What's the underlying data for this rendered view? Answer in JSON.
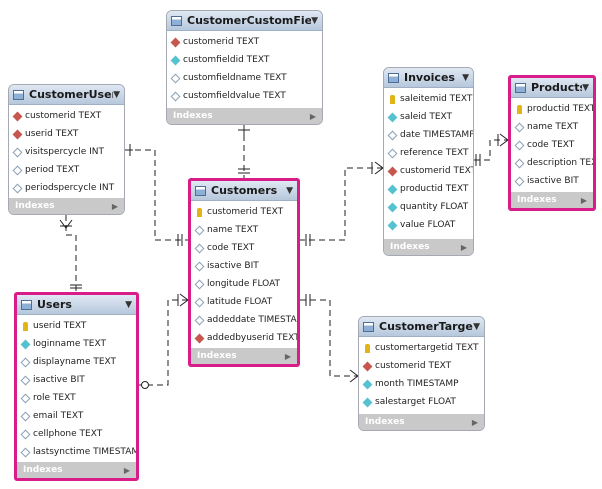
{
  "tables": {
    "customercustomfields": {
      "title": "CustomerCustomFields",
      "footer": "Indexes",
      "columns": [
        {
          "icon": "fk",
          "label": "customerid TEXT"
        },
        {
          "icon": "col",
          "label": "customfieldid TEXT"
        },
        {
          "icon": "nul",
          "label": "customfieldname TEXT"
        },
        {
          "icon": "nul",
          "label": "customfieldvalue TEXT"
        }
      ]
    },
    "customerusers": {
      "title": "CustomerUsers",
      "footer": "Indexes",
      "columns": [
        {
          "icon": "fk",
          "label": "customerid TEXT"
        },
        {
          "icon": "fk",
          "label": "userid TEXT"
        },
        {
          "icon": "nul",
          "label": "visitspercycle INT"
        },
        {
          "icon": "nul",
          "label": "period TEXT"
        },
        {
          "icon": "nul",
          "label": "periodspercycle INT"
        }
      ]
    },
    "customers": {
      "title": "Customers",
      "footer": "Indexes",
      "columns": [
        {
          "icon": "pk",
          "label": "customerid TEXT"
        },
        {
          "icon": "nul",
          "label": "name TEXT"
        },
        {
          "icon": "nul",
          "label": "code TEXT"
        },
        {
          "icon": "nul",
          "label": "isactive BIT"
        },
        {
          "icon": "nul",
          "label": "longitude FLOAT"
        },
        {
          "icon": "nul",
          "label": "latitude FLOAT"
        },
        {
          "icon": "nul",
          "label": "addeddate TIMESTAMP"
        },
        {
          "icon": "fk",
          "label": "addedbyuserid TEXT"
        }
      ]
    },
    "invoices": {
      "title": "Invoices",
      "footer": "Indexes",
      "columns": [
        {
          "icon": "pk",
          "label": "saleitemid TEXT"
        },
        {
          "icon": "col",
          "label": "saleid TEXT"
        },
        {
          "icon": "nul",
          "label": "date TIMESTAMP"
        },
        {
          "icon": "nul",
          "label": "reference TEXT"
        },
        {
          "icon": "fk",
          "label": "customerid TEXT"
        },
        {
          "icon": "col",
          "label": "productid TEXT"
        },
        {
          "icon": "col",
          "label": "quantity FLOAT"
        },
        {
          "icon": "col",
          "label": "value FLOAT"
        }
      ]
    },
    "products": {
      "title": "Products",
      "footer": "Indexes",
      "columns": [
        {
          "icon": "pk",
          "label": "productid TEXT"
        },
        {
          "icon": "nul",
          "label": "name TEXT"
        },
        {
          "icon": "nul",
          "label": "code TEXT"
        },
        {
          "icon": "nul",
          "label": "description TEXT"
        },
        {
          "icon": "nul",
          "label": "isactive BIT"
        }
      ]
    },
    "users": {
      "title": "Users",
      "footer": "Indexes",
      "columns": [
        {
          "icon": "pk",
          "label": "userid TEXT"
        },
        {
          "icon": "col",
          "label": "loginname TEXT"
        },
        {
          "icon": "nul",
          "label": "displayname TEXT"
        },
        {
          "icon": "nul",
          "label": "isactive BIT"
        },
        {
          "icon": "nul",
          "label": "role TEXT"
        },
        {
          "icon": "nul",
          "label": "email TEXT"
        },
        {
          "icon": "nul",
          "label": "cellphone TEXT"
        },
        {
          "icon": "nul",
          "label": "lastsynctime TIMESTAMP"
        }
      ]
    },
    "customertargets": {
      "title": "CustomerTargets",
      "footer": "Indexes",
      "columns": [
        {
          "icon": "pk",
          "label": "customertargetid TEXT"
        },
        {
          "icon": "fk",
          "label": "customerid TEXT"
        },
        {
          "icon": "col",
          "label": "month TIMESTAMP"
        },
        {
          "icon": "col",
          "label": "salestarget FLOAT"
        }
      ]
    }
  }
}
